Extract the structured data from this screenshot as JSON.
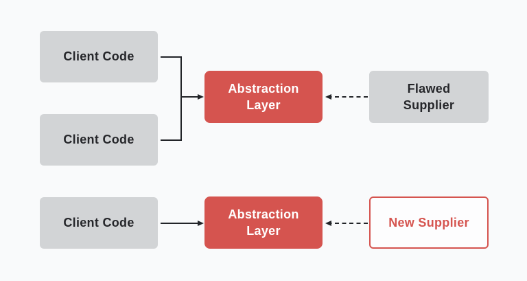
{
  "diagram": {
    "title": "dependency-inversion-before-after",
    "background": "#f9fafb",
    "colors": {
      "bg": "#f9fafb",
      "node_gray": "#d2d4d6",
      "node_red": "#d5544f",
      "node_outline_bg": "#fdfdfe",
      "text_dark": "#25262a",
      "text_light": "#ffffff",
      "line": "#222428"
    },
    "nodes": [
      {
        "id": "client-code-1",
        "label": "Client Code",
        "variant": "gray"
      },
      {
        "id": "client-code-2",
        "label": "Client Code",
        "variant": "gray"
      },
      {
        "id": "abstraction-layer-1",
        "label": "Abstraction\nLayer",
        "variant": "red"
      },
      {
        "id": "flawed-supplier",
        "label": "Flawed\nSupplier",
        "variant": "gray"
      },
      {
        "id": "client-code-3",
        "label": "Client Code",
        "variant": "gray"
      },
      {
        "id": "abstraction-layer-2",
        "label": "Abstraction\nLayer",
        "variant": "red"
      },
      {
        "id": "new-supplier",
        "label": "New Supplier",
        "variant": "outline-red"
      }
    ],
    "edges": [
      {
        "from": "client-code-1",
        "to": "abstraction-layer-1",
        "style": "solid",
        "arrow": "to"
      },
      {
        "from": "client-code-2",
        "to": "abstraction-layer-1",
        "style": "solid",
        "arrow": "to"
      },
      {
        "from": "flawed-supplier",
        "to": "abstraction-layer-1",
        "style": "dashed",
        "arrow": "to"
      },
      {
        "from": "client-code-3",
        "to": "abstraction-layer-2",
        "style": "solid",
        "arrow": "to"
      },
      {
        "from": "new-supplier",
        "to": "abstraction-layer-2",
        "style": "dashed",
        "arrow": "to"
      }
    ]
  }
}
